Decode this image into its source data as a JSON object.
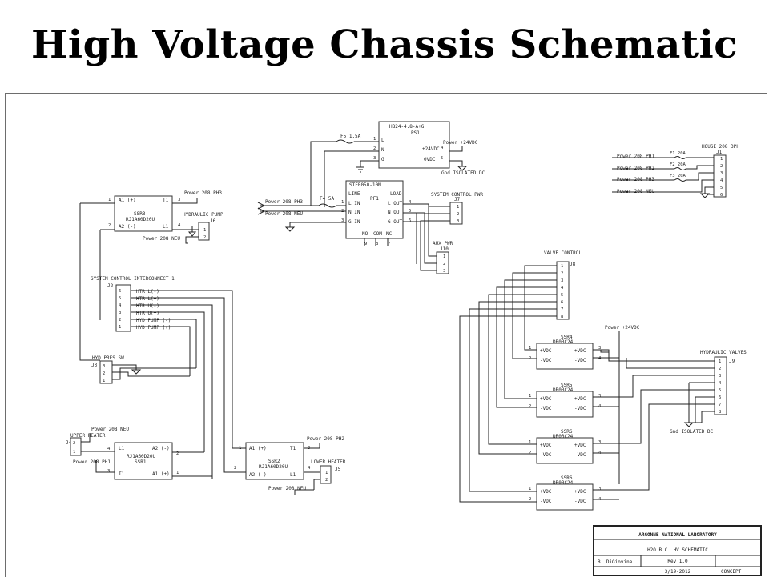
{
  "slide": {
    "title": "High Voltage Chassis Schematic"
  },
  "ps1": {
    "part": "HB24-4.8-A+G",
    "ref": "PS1",
    "pins_left": [
      "L",
      "N",
      "G"
    ],
    "pins_right": [
      "+24VDC",
      "0VDC"
    ],
    "pin_nums": [
      "1",
      "2",
      "3",
      "4",
      "5"
    ]
  },
  "f5": {
    "label": "F5 1.5A"
  },
  "pw24": {
    "label": "Power +24VDC"
  },
  "gnd_iso1": {
    "label": "Gnd ISOLATED DC"
  },
  "pf1": {
    "part": "STFE050-10M",
    "ref": "PF1",
    "line": "LINE",
    "load": "LOAD",
    "in": [
      "L IN",
      "N IN",
      "G IN"
    ],
    "out": [
      "L OUT",
      "N OUT",
      "G OUT"
    ],
    "bottom": [
      "NO",
      "COM",
      "NC"
    ],
    "bottom_nums": [
      "9",
      "8",
      "7"
    ],
    "left_nums": [
      "1",
      "2",
      "3"
    ],
    "right_nums": [
      "4",
      "5",
      "6"
    ]
  },
  "f4": {
    "label": "F4 5A"
  },
  "pf1_in": [
    "Power 208 PH3",
    "Power 208 NEU"
  ],
  "j7": {
    "title": "SYSTEM CONTROL PWR",
    "ref": "J7",
    "pins": [
      "1",
      "2",
      "3"
    ]
  },
  "j10": {
    "title": "AUX PWR",
    "ref": "J10",
    "pins": [
      "1",
      "2",
      "3"
    ]
  },
  "house": {
    "title": "HOUSE 208 3PH",
    "ref": "J1",
    "inputs": [
      "Power 208 PH1",
      "Power 208 PH2",
      "Power 208 PH3",
      "Power 208 NEU"
    ],
    "fuses": [
      "F1 20A",
      "F2 20A",
      "F3 20A"
    ],
    "pins": [
      "1",
      "2",
      "3",
      "4",
      "5",
      "6"
    ]
  },
  "ssr3": {
    "part": "RJ1A60D20U",
    "ref": "SSR3",
    "pins": [
      "A1 (+)",
      "T1",
      "A2 (-)",
      "L1"
    ],
    "nums": [
      "1",
      "2",
      "3",
      "4"
    ],
    "top": "Power 208 PH3"
  },
  "j6": {
    "title": "HYDRAULIC PUMP",
    "ref": "J6",
    "pins": [
      "1",
      "2"
    ],
    "neu": "Power 208 NEU"
  },
  "j2": {
    "title": "SYSTEM CONTROL INTERCONNECT 1",
    "ref": "J2",
    "pins": [
      "6",
      "5",
      "4",
      "3",
      "2",
      "1"
    ],
    "signals": [
      "HTR L(-)",
      "HTR L(+)",
      "HTR U(-)",
      "HTR U(+)",
      "HYD PUMP (-)",
      "HYD PUMP (+)"
    ]
  },
  "j3": {
    "title": "HYD PRES SW",
    "ref": "J3",
    "pins": [
      "3",
      "2",
      "1"
    ]
  },
  "j4": {
    "title": "UPPER HEATER",
    "ref": "J4",
    "pins": [
      "2",
      "1"
    ],
    "neu": "Power 208 NEU",
    "ph1": "Power 208 PH1"
  },
  "ssr1": {
    "part": "RJ1A60D20U",
    "ref": "SSR1",
    "pins": [
      "L1",
      "A2 (-)",
      "T1",
      "A1 (+)"
    ],
    "nums": [
      "4",
      "2",
      "3",
      "1"
    ]
  },
  "ssr2": {
    "part": "RJ1A60D20U",
    "ref": "SSR2",
    "pins": [
      "A1 (+)",
      "T1",
      "A2 (-)",
      "L1"
    ],
    "nums": [
      "1",
      "3",
      "2",
      "4"
    ],
    "top": "Power 208 PH2",
    "neu": "Power 208 NEU"
  },
  "j5": {
    "title": "LOWER HEATER",
    "ref": "J5",
    "pins": [
      "1",
      "2"
    ]
  },
  "j8": {
    "title": "VALVE CONTROL",
    "ref": "J8",
    "pins": [
      "1",
      "2",
      "3",
      "4",
      "5",
      "6",
      "7",
      "8"
    ]
  },
  "j9": {
    "title": "HYDRAULIC VALVES",
    "ref": "J9",
    "pins": [
      "1",
      "2",
      "3",
      "4",
      "5",
      "6",
      "7",
      "8"
    ]
  },
  "pw24b": {
    "label": "Power +24VDC"
  },
  "gnd_iso2": {
    "label": "Gnd ISOLATED DC"
  },
  "dssr": [
    {
      "name": "SSR4",
      "part": "DR0BC24"
    },
    {
      "name": "SSR5",
      "part": "DR0BC24"
    },
    {
      "name": "SSR6",
      "part": "DR0BC24"
    },
    {
      "name": "SSR6",
      "part": "DR0BC24"
    }
  ],
  "dssr_pins": {
    "in_plus": "+VDC",
    "in_minus": "-VDC",
    "out_plus": "+VDC",
    "out_minus": "-VDC",
    "n1": "1",
    "n2": "2",
    "n3": "3",
    "n4": "4"
  },
  "title_block": {
    "org": "ARGONNE NATIONAL LABORATORY",
    "drawing": "H2O B.C. HV SCHEMATIC",
    "rev": "Rev 1.0",
    "author": "B. DiGiovine",
    "date": "3/19-2012",
    "status": "CONCEPT"
  }
}
